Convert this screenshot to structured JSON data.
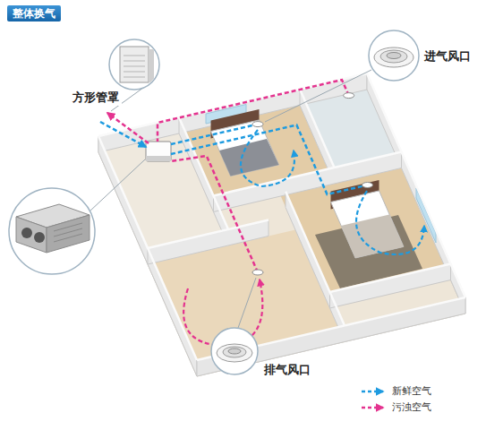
{
  "diagram": {
    "title": "整体换气",
    "labels": [
      "方形管罩",
      "进气风口",
      "排气风口"
    ],
    "legend": [
      {
        "text": "新鲜空气"
      },
      {
        "text": "污浊空气"
      }
    ]
  }
}
